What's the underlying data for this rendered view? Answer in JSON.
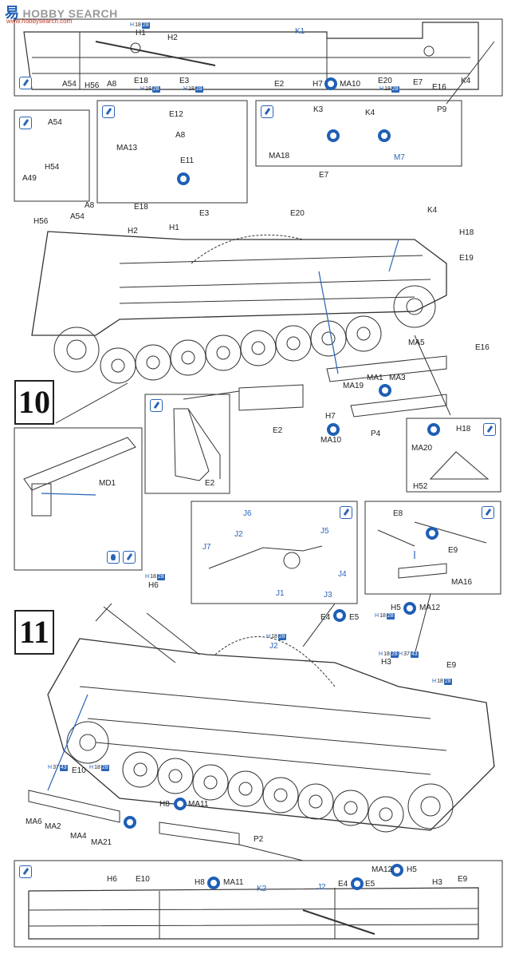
{
  "watermark": {
    "cn": "易",
    "en": "HOBBY SEARCH",
    "url": "www.hobbysearch.com"
  },
  "steps": {
    "step10": "10",
    "step11": "11"
  },
  "labels": {
    "H1": "H1",
    "H2": "H2",
    "K1": "K1",
    "A54": "A54",
    "H56": "H56",
    "A8": "A8",
    "E18": "E18",
    "E3": "E3",
    "E2": "E2",
    "H7": "H7",
    "MA10": "MA10",
    "E20": "E20",
    "E7": "E7",
    "E16": "E16",
    "K4": "K4",
    "A49": "A49",
    "H54": "H54",
    "E12": "E12",
    "MA13": "MA13",
    "E11": "E11",
    "K3": "K3",
    "P9": "P9",
    "MA18": "MA18",
    "M7": "M7",
    "H18": "H18",
    "E19": "E19",
    "MA5": "MA5",
    "MA1": "MA1",
    "MA3": "MA3",
    "MA19": "MA19",
    "P4": "P4",
    "MA20": "MA20",
    "H52": "H52",
    "MD1": "MD1",
    "J6": "J6",
    "J5": "J5",
    "J2": "J2",
    "J7": "J7",
    "J4": "J4",
    "J1": "J1",
    "J3": "J3",
    "E8": "E8",
    "E9": "E9",
    "MA16": "MA16",
    "H6": "H6",
    "H5": "H5",
    "MA12": "MA12",
    "E4": "E4",
    "E5": "E5",
    "H3": "H3",
    "E10": "E10",
    "H8": "H8",
    "MA11": "MA11",
    "MA6": "MA6",
    "MA2": "MA2",
    "MA4": "MA4",
    "MA21": "MA21",
    "P2": "P2",
    "K2": "K2"
  },
  "badges": {
    "h": "H",
    "n18": "18",
    "n28": "28",
    "n37": "37",
    "n43": "43"
  },
  "colors": {
    "accent": "#2a64b6",
    "ink": "#222222",
    "paper": "#ffffff"
  },
  "icons": [
    "cement-tool-icon",
    "glue-tool-icon",
    "optional-part-icon"
  ]
}
